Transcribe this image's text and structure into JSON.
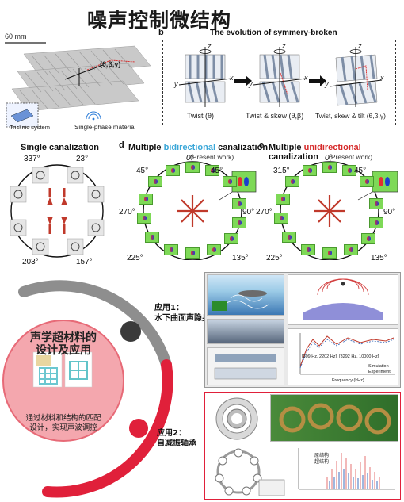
{
  "title": "噪声控制微结构",
  "panel_a": {
    "scale": "60 mm",
    "params": "(θ,β,γ)",
    "system_label": "Triclinic system",
    "material_label": "Single-phase material"
  },
  "panel_b": {
    "letter": "b",
    "title": "The evolution of symmery-broken",
    "steps": [
      "Twist (θ)",
      "Twist & skew (θ,β)",
      "Twist, skew & tilt (θ,β,γ)"
    ],
    "axis_z": "z",
    "axis_x": "x",
    "axis_y": "y"
  },
  "panel_c": {
    "title": "Single canalization",
    "angles": [
      "337°",
      "23°",
      "203°",
      "157°"
    ]
  },
  "panel_d": {
    "letter": "d",
    "title_pre": "Multiple ",
    "title_hl": "bidirectional",
    "title_post": " canalization",
    "subtitle": "(Present work)",
    "hl_color": "#3ba7d8",
    "angles": [
      "0°",
      "45°",
      "45°",
      "270°",
      "90°",
      "225°",
      "135°"
    ]
  },
  "panel_e": {
    "letter": "e",
    "title_pre": "Multiple ",
    "title_hl": "unidirectional",
    "title_post": " canalization",
    "subtitle": "(Present work)",
    "hl_color": "#d62b2b",
    "angles": [
      "0°",
      "315°",
      "45°",
      "270°",
      "90°",
      "225°",
      "135°"
    ]
  },
  "bottom": {
    "circle_title_1": "声学超材料的",
    "circle_title_2": "设计及应用",
    "circle_desc_1": "通过材料和结构的匹配",
    "circle_desc_2": "设计，实现声波调控",
    "app1_line1": "应用1：",
    "app1_line2": "水下曲面声隐身",
    "app2_line1": "应用2：",
    "app2_line2": "自减振轴承",
    "chart_legend_sim": "Simulation",
    "chart_legend_exp": "Experiment",
    "chart_xlabel": "Frequency (kHz)",
    "chart_range": "[309 Hz, 2202 Hz], [3292 Hz, 10000 Hz]",
    "chart2_legend_1": "原结构",
    "chart2_legend_2": "超结构",
    "accent": "#e0203a"
  }
}
